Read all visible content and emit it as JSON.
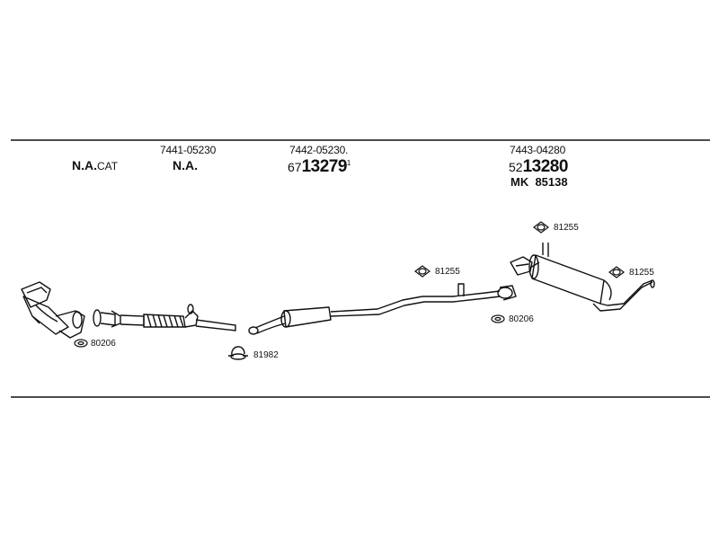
{
  "header": {
    "na_cat": {
      "main": "N.A.",
      "suffix": "CAT"
    },
    "group1": {
      "code": "7441-05230",
      "label": "N.A."
    },
    "group2": {
      "code": "7442-05230.",
      "prefix": "67",
      "number": "13279",
      "mark": "1"
    },
    "group3": {
      "code": "7443-04280",
      "prefix": "52",
      "number": "13280",
      "mk_label": "MK",
      "mk_number": "85138"
    }
  },
  "callouts": [
    {
      "id": "c1",
      "text": "80206",
      "icon": "gasket-ring-icon"
    },
    {
      "id": "c2",
      "text": "81982",
      "icon": "pipe-clamp-icon"
    },
    {
      "id": "c3",
      "text": "81255",
      "icon": "flange-gasket-icon"
    },
    {
      "id": "c4",
      "text": "80206",
      "icon": "gasket-ring-icon"
    },
    {
      "id": "c5",
      "text": "81255",
      "icon": "flange-gasket-icon"
    },
    {
      "id": "c6",
      "text": "81255",
      "icon": "flange-gasket-icon"
    }
  ]
}
